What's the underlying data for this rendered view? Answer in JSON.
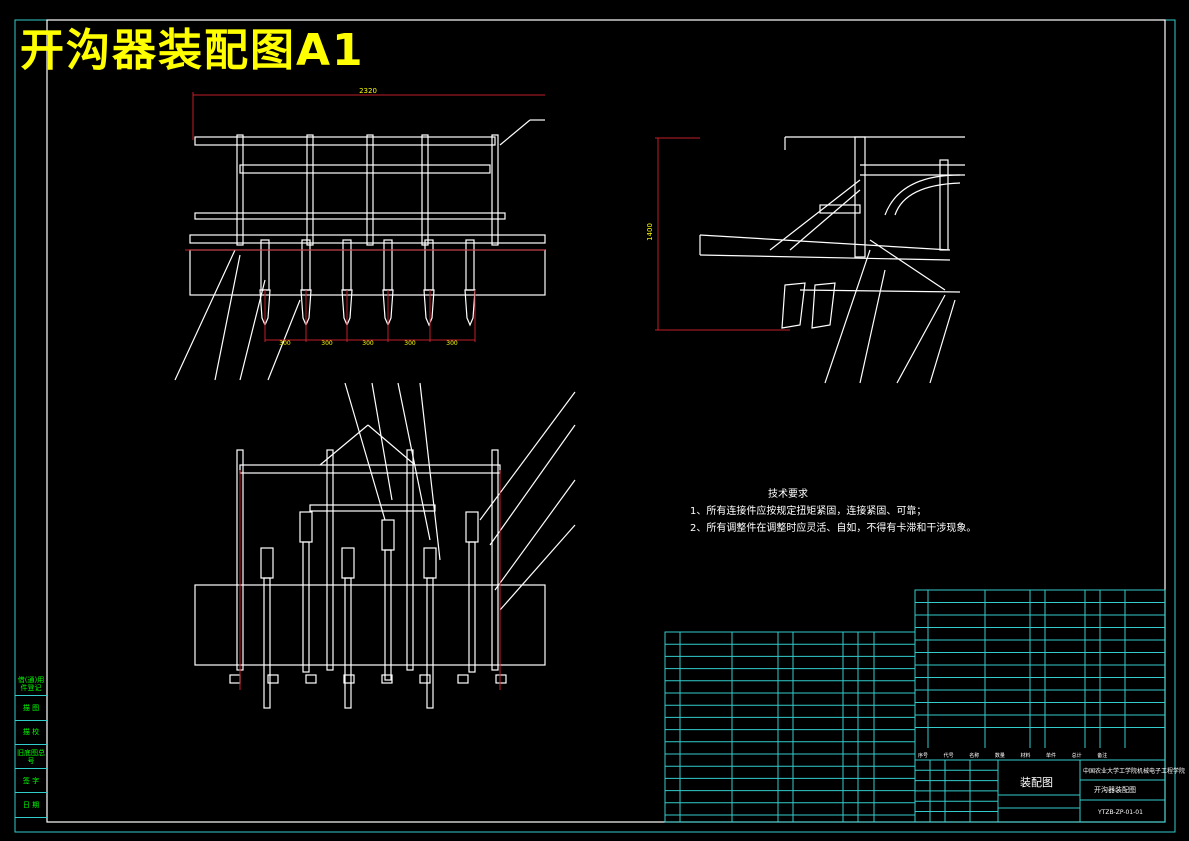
{
  "title": "开沟器装配图A1",
  "dimensions": {
    "overall_width": "2320",
    "spacings": [
      "300",
      "300",
      "300",
      "300",
      "300"
    ],
    "side_height": "1400"
  },
  "tech_requirements": {
    "heading": "技术要求",
    "items": [
      "1、所有连接件应按规定扭矩紧固，连接紧固、可靠；",
      "2、所有调整件在调整时应灵活、自如，不得有卡滞和干涉现象。"
    ]
  },
  "left_strip": [
    "借(通)用件登记",
    "描 图",
    "描 校",
    "旧底图总号",
    "签 字",
    "日 期"
  ],
  "title_block": {
    "drawing_type": "装配图",
    "school": "中国农业大学工学院机械电子工程学院",
    "drawing_name": "开沟器装配图",
    "drawing_number": "YTZB-ZP-01-01",
    "header_labels": [
      "序号",
      "代号",
      "名称",
      "数量",
      "材料",
      "单件",
      "总计",
      "备注"
    ]
  },
  "colors": {
    "background": "#000000",
    "outline": "#ffffff",
    "dimension": "#c0202a",
    "dimension_text": "#ffff00",
    "table_lines": "#33cccc",
    "strip_text": "#00ff00"
  }
}
